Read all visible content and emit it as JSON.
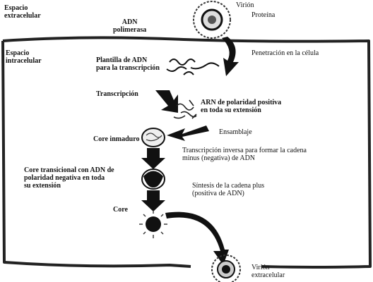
{
  "regions": {
    "extracellular": "Espacio\nextracelular",
    "intracellular": "Espacio\nintracelular"
  },
  "labels": {
    "virion_top": "Virión",
    "proteina": "Proteína",
    "adn_polimerasa": "ADN\npolimerasa",
    "penetracion": "Penetración en la célula",
    "plantilla": "Plantilla de ADN\npara la transcripción",
    "transcripcion": "Transcripción",
    "arn": "ARN de polaridad positiva\nen toda su extensión",
    "ensamblaje": "Ensamblaje",
    "core_inmaduro": "Core inmaduro",
    "transcripcion_inversa": "Transcripción inversa para formar la cadena\nminus (negativa) de ADN",
    "core_transicional": "Core transicional con ADN de\npolaridad negativa en toda\nsu extensión",
    "sintesis": "Síntesis de la cadena plus\n(positiva de ADN)",
    "core": "Core",
    "virion_bottom": "Virión\nextracelular"
  }
}
